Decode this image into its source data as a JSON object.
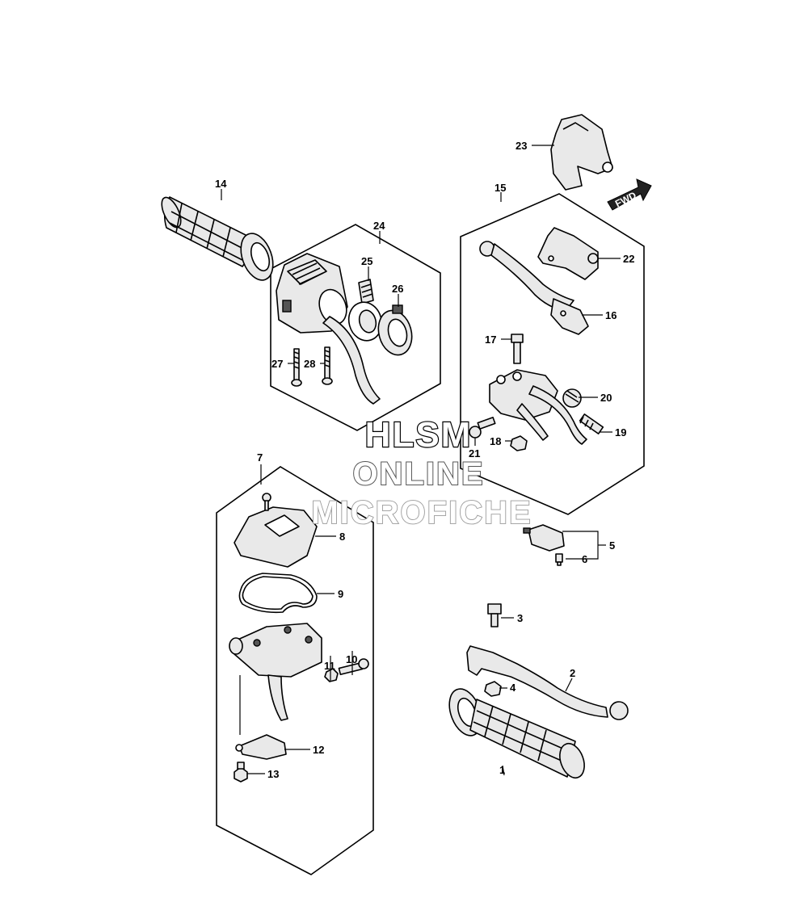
{
  "callouts": {
    "c1": "1",
    "c2": "2",
    "c3": "3",
    "c4": "4",
    "c5": "5",
    "c6": "6",
    "c7": "7",
    "c8": "8",
    "c9": "9",
    "c10": "10",
    "c11": "11",
    "c12": "12",
    "c13": "13",
    "c14": "14",
    "c15": "15",
    "c16": "16",
    "c17": "17",
    "c18": "18",
    "c19": "19",
    "c20": "20",
    "c21": "21",
    "c22": "22",
    "c23": "23",
    "c24": "24",
    "c25": "25",
    "c26": "26",
    "c27": "27",
    "c28": "28"
  },
  "fwd_label": "FWD",
  "watermark": {
    "line1": "HLSM",
    "line2": "ONLINE",
    "line3": "MICROFICHE"
  }
}
